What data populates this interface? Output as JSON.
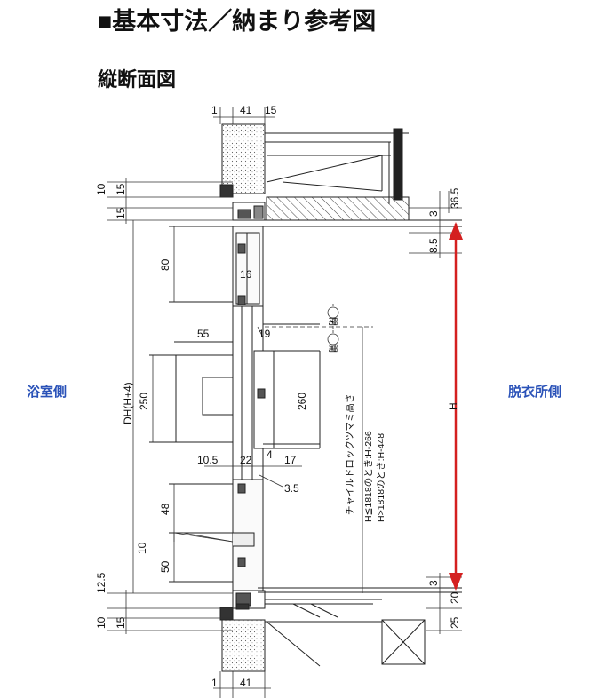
{
  "header": {
    "title": "■基本寸法／納まり参考図",
    "section": "縦断面図"
  },
  "sides": {
    "left": "浴室側",
    "right": "脱衣所側"
  },
  "dims": {
    "top_1": "1",
    "top_41": "41",
    "top_15": "15",
    "bot_1": "1",
    "bot_41": "41",
    "l_10a": "10",
    "l_15a": "15",
    "l_15b": "15",
    "l_80": "80",
    "l_16": "16",
    "l_55": "55",
    "l_19": "19",
    "l_250": "250",
    "l_260": "260",
    "l_dh": "DH(H+4)",
    "l_105": "10.5",
    "l_22": "22",
    "l_4": "4",
    "l_17": "17",
    "l_35": "3.5",
    "l_48": "48",
    "l_10c": "10",
    "l_50": "50",
    "l_125": "12.5",
    "l_10d": "10",
    "l_15d": "15",
    "r_365": "36.5",
    "r_3a": "3",
    "r_85": "8.5",
    "r_h": "H",
    "r_3b": "3",
    "r_20": "20",
    "r_25": "25",
    "open": "開",
    "close": "閉"
  },
  "notes": {
    "lock_title": "チャイルドロックツマミ高さ",
    "lock_line1": "H≦1818のとき:H-266",
    "lock_line2": "H>1818のとき:H-448"
  },
  "colors": {
    "height_arrow": "#d42020",
    "side_label": "#2a52b8"
  }
}
